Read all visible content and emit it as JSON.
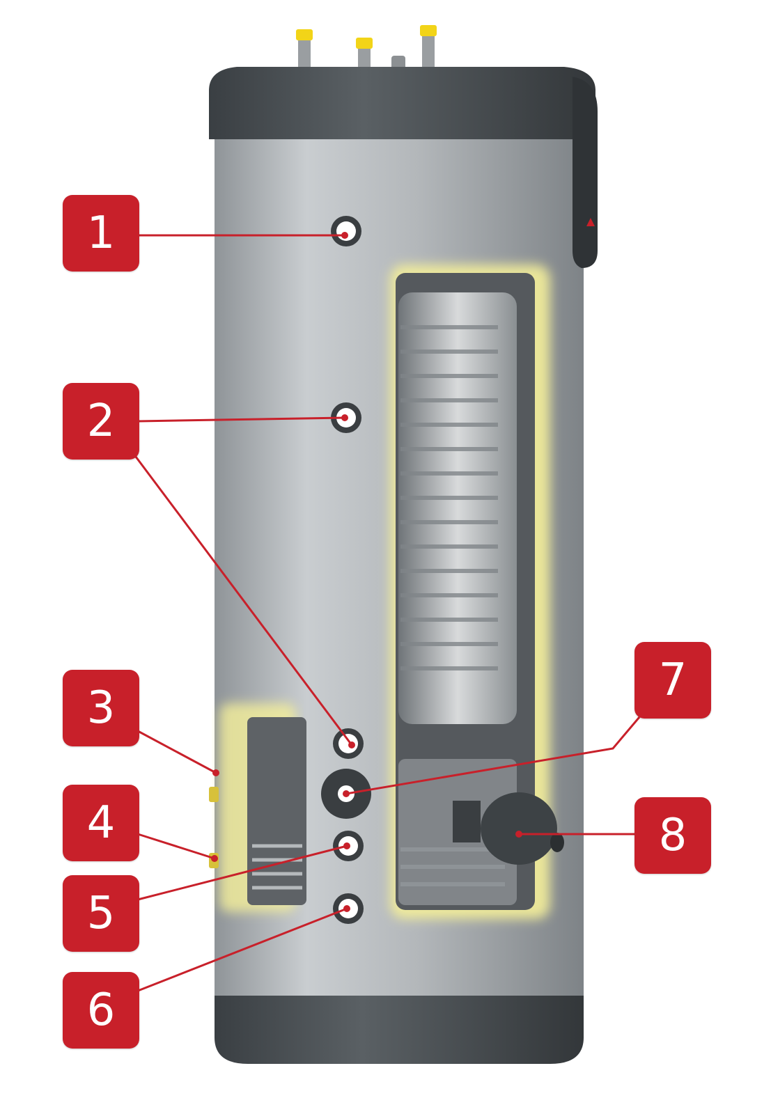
{
  "diagram": {
    "subject": "water-heater-cutaway",
    "accent_color": "#c8202a",
    "callouts": [
      {
        "label": "1"
      },
      {
        "label": "2"
      },
      {
        "label": "3"
      },
      {
        "label": "4"
      },
      {
        "label": "5"
      },
      {
        "label": "6"
      },
      {
        "label": "7"
      },
      {
        "label": "8"
      }
    ]
  }
}
